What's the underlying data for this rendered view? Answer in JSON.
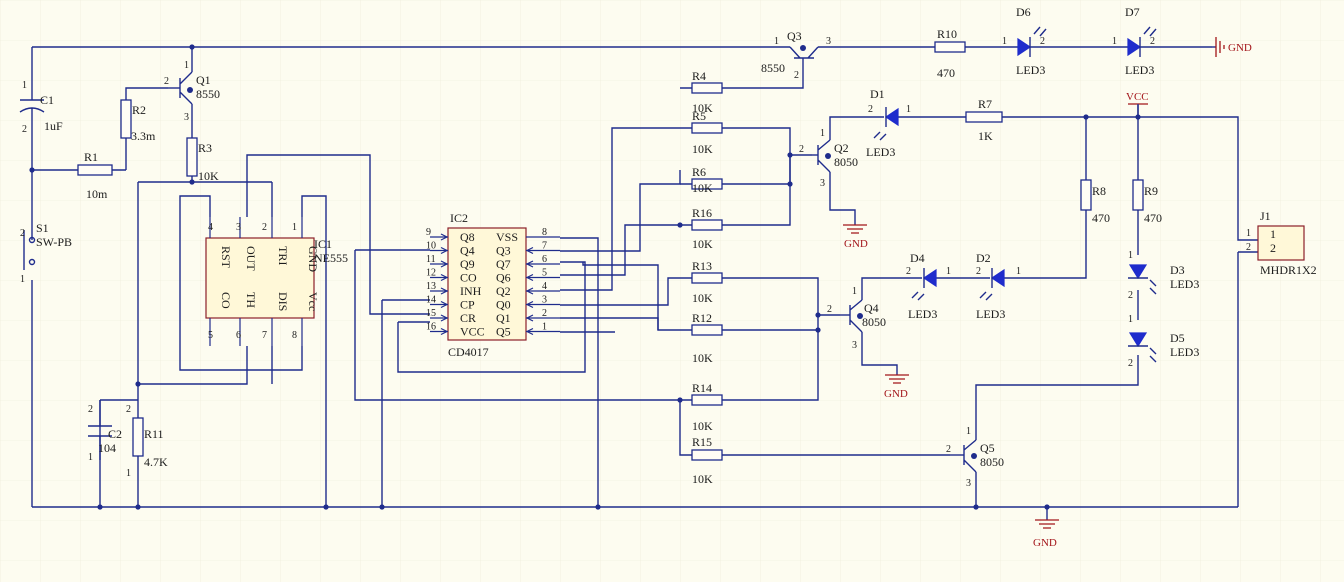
{
  "diagram": {
    "type": "circuit_schematic",
    "colors": {
      "wire": "#1f2c8c",
      "ic_outline": "#8c1f2a",
      "led": "#1f2ccc",
      "power_label": "#a3151a",
      "background": "#fdfcf0"
    },
    "components": {
      "C1": {
        "ref": "C1",
        "value": "1uF",
        "p1": "1",
        "p2": "2"
      },
      "C2": {
        "ref": "C2",
        "value": "104",
        "p1": "1",
        "p2": "2"
      },
      "R1": {
        "ref": "R1",
        "value": "10m"
      },
      "R2": {
        "ref": "R2",
        "value": "3.3m"
      },
      "R3": {
        "ref": "R3",
        "value": "10K"
      },
      "R4": {
        "ref": "R4",
        "value": "10K"
      },
      "R5": {
        "ref": "R5",
        "value": "10K"
      },
      "R6": {
        "ref": "R6",
        "value": "10K"
      },
      "R7": {
        "ref": "R7",
        "value": "1K"
      },
      "R8": {
        "ref": "R8",
        "value": "470"
      },
      "R9": {
        "ref": "R9",
        "value": "470"
      },
      "R10": {
        "ref": "R10",
        "value": "470"
      },
      "R11": {
        "ref": "R11",
        "value": "4.7K"
      },
      "R12": {
        "ref": "R12",
        "value": "10K"
      },
      "R13": {
        "ref": "R13",
        "value": "10K"
      },
      "R14": {
        "ref": "R14",
        "value": "10K"
      },
      "R15": {
        "ref": "R15",
        "value": "10K"
      },
      "R16": {
        "ref": "R16",
        "value": "10K"
      },
      "Q1": {
        "ref": "Q1",
        "value": "8550"
      },
      "Q2": {
        "ref": "Q2",
        "value": "8050"
      },
      "Q3": {
        "ref": "Q3",
        "value": "8550"
      },
      "Q4": {
        "ref": "Q4",
        "value": "8050"
      },
      "Q5": {
        "ref": "Q5",
        "value": "8050"
      },
      "D1": {
        "ref": "D1",
        "value": "LED3"
      },
      "D2": {
        "ref": "D2",
        "value": "LED3"
      },
      "D3": {
        "ref": "D3",
        "value": "LED3"
      },
      "D4": {
        "ref": "D4",
        "value": "LED3"
      },
      "D5": {
        "ref": "D5",
        "value": "LED3"
      },
      "D6": {
        "ref": "D6",
        "value": "LED3"
      },
      "D7": {
        "ref": "D7",
        "value": "LED3"
      },
      "S1": {
        "ref": "S1",
        "value": "SW-PB"
      },
      "J1": {
        "ref": "J1",
        "value": "MHDR1X2"
      },
      "IC1": {
        "ref": "IC1",
        "value": "NE555",
        "top_pins": [
          "4",
          "3",
          "2",
          "1"
        ],
        "top_labels": [
          "RST",
          "OUT",
          "TRI",
          "GND"
        ],
        "bottom_pins": [
          "5",
          "6",
          "7",
          "8"
        ],
        "bottom_labels": [
          "CO",
          "TH",
          "DIS",
          "Vcc"
        ]
      },
      "IC2": {
        "ref": "IC2",
        "value": "CD4017",
        "left_pins": [
          "9",
          "10",
          "11",
          "12",
          "13",
          "14",
          "15",
          "16"
        ],
        "left_labels": [
          "Q8",
          "Q4",
          "Q9",
          "CO",
          "INH",
          "CP",
          "CR",
          "VCC"
        ],
        "right_pins": [
          "8",
          "7",
          "6",
          "5",
          "4",
          "3",
          "2",
          "1"
        ],
        "right_labels": [
          "VSS",
          "Q3",
          "Q7",
          "Q6",
          "Q2",
          "Q0",
          "Q1",
          "Q5"
        ]
      }
    },
    "power": {
      "vcc": "VCC",
      "gnd": "GND"
    },
    "pin_numbers": {
      "one": "1",
      "two": "2",
      "three": "3"
    }
  }
}
